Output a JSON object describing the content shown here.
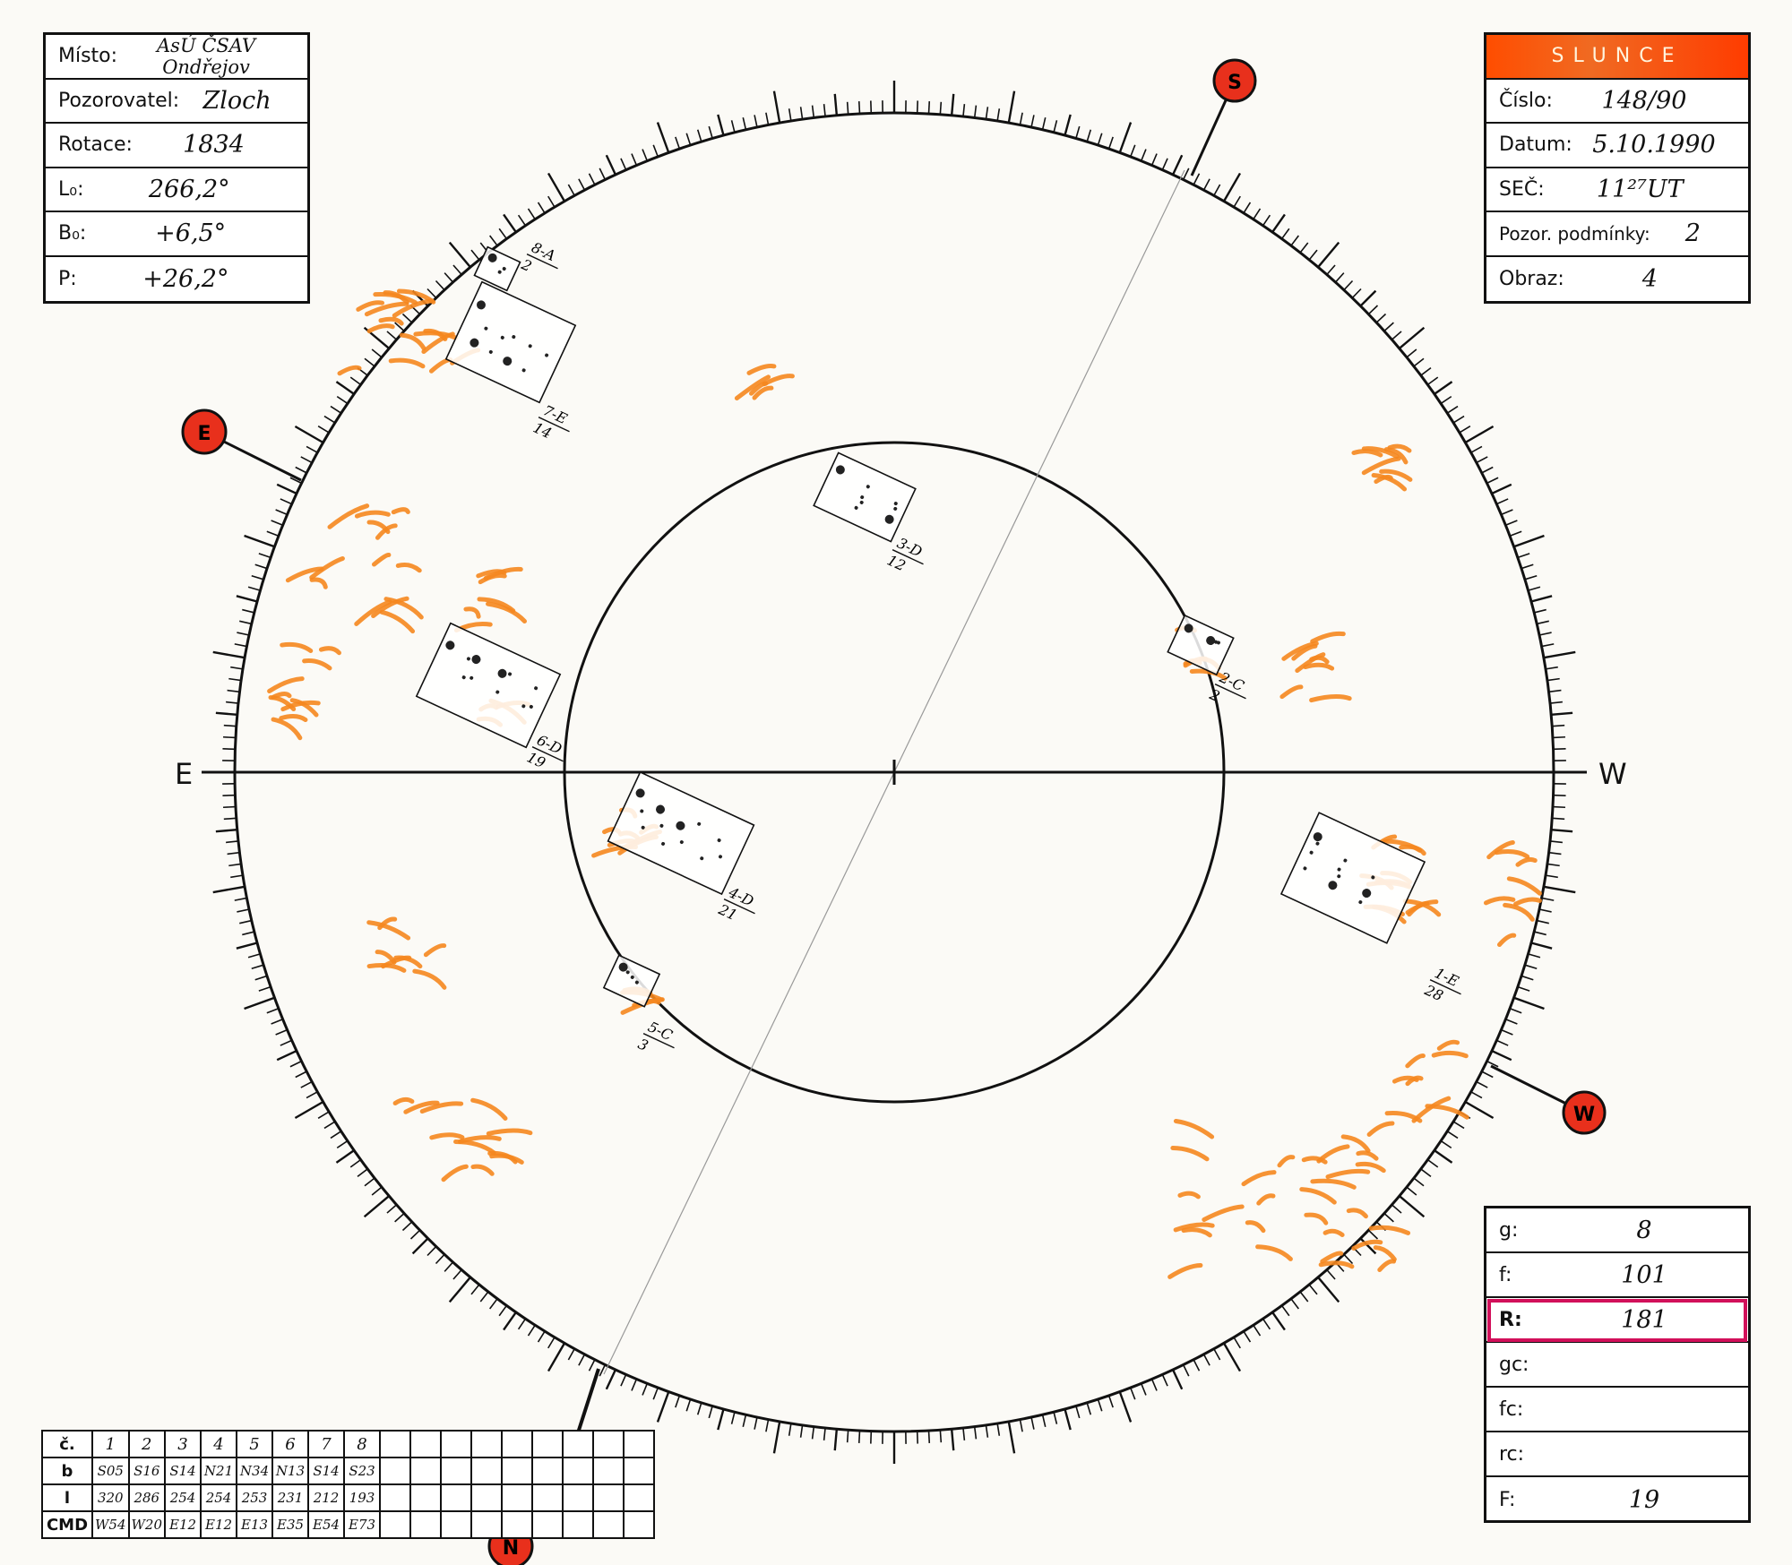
{
  "observation": {
    "misto_label": "Místo:",
    "misto": "AsÚ ČSAV Ondřejov",
    "pozorovatel_label": "Pozorovatel:",
    "pozorovatel": "Zloch",
    "rotace_label": "Rotace:",
    "rotace": "1834",
    "l0_label": "L₀:",
    "l0": "266,2°",
    "b0_label": "B₀:",
    "b0": "+6,5°",
    "p_label": "P:",
    "p": "+26,2°"
  },
  "sheet": {
    "title": "SLUNCE",
    "cislo_label": "Číslo:",
    "cislo": "148/90",
    "datum_label": "Datum:",
    "datum": "5.10.1990",
    "sec_label": "SEČ:",
    "sec": "11²⁷UT",
    "podminky_label": "Pozor. podmínky:",
    "podminky": "2",
    "obraz_label": "Obraz:",
    "obraz": "4"
  },
  "disk": {
    "east_label": "E",
    "west_label": "W",
    "markers": {
      "s": "S",
      "e": "E",
      "w": "W",
      "n": "N"
    },
    "accent_color": "#e8301c",
    "facula_color": "#f5871f",
    "highlight_color": "#d2105a",
    "groups": [
      {
        "id": "1",
        "label": "1-E",
        "count": "28"
      },
      {
        "id": "2",
        "label": "2-C",
        "count": "2"
      },
      {
        "id": "3",
        "label": "3-D",
        "count": "12"
      },
      {
        "id": "4",
        "label": "4-D",
        "count": "21"
      },
      {
        "id": "5",
        "label": "5-C",
        "count": "3"
      },
      {
        "id": "6",
        "label": "6-D",
        "count": "19"
      },
      {
        "id": "7",
        "label": "7-E",
        "count": "14"
      },
      {
        "id": "8",
        "label": "8-A",
        "count": "2"
      }
    ]
  },
  "stats": {
    "g_label": "g:",
    "g": "8",
    "f_label": "f:",
    "f": "101",
    "r_label": "R:",
    "r": "181",
    "gc_label": "gc:",
    "gc": "",
    "fc_label": "fc:",
    "fc": "",
    "rc_label": "rc:",
    "rc": "",
    "F_label": "F:",
    "F": "19"
  },
  "group_table": {
    "header_label": "č.",
    "b_label": "b",
    "l_label": "l",
    "cmd_label": "CMD",
    "numbers": [
      "1",
      "2",
      "3",
      "4",
      "5",
      "6",
      "7",
      "8"
    ],
    "b": [
      "S05",
      "S16",
      "S14",
      "N21",
      "N34",
      "N13",
      "S14",
      "S23"
    ],
    "l": [
      "320",
      "286",
      "254",
      "254",
      "253",
      "231",
      "212",
      "193"
    ],
    "cmd": [
      "W54",
      "W20",
      "E12",
      "E12",
      "E13",
      "E35",
      "E54",
      "E73"
    ],
    "empty_columns": 9
  }
}
